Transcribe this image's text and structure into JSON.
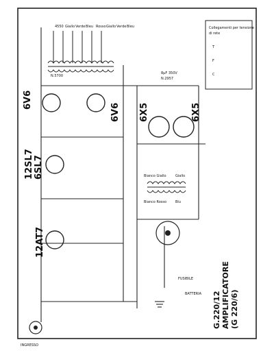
{
  "tubes": {
    "output_left": "6V6",
    "output_right": "6V6",
    "rectifier_left": "6X5",
    "rectifier_right": "6X5",
    "driver_1": "12SL7",
    "driver_2": "6SL7",
    "preamp": "12AT7"
  },
  "output_taps": [
    "4550",
    "Giallo",
    "Verde",
    "Bleu",
    "Rosso",
    "Giallo",
    "Verde",
    "Bleu"
  ],
  "power_supply": {
    "choke_label": "N.5700",
    "cap_label": "8µF 350V",
    "cap_code": "N.2957"
  },
  "legend": {
    "line1": "Collegamenti per tensione",
    "line2": "di rete",
    "codes": [
      "T",
      "F",
      "C"
    ]
  },
  "battery_label": "BATTERIA",
  "input_label": "INGRESSO",
  "fuse_label": "FUSIBILE",
  "transformer_labels": [
    "Bianco Giallo",
    "Bianco Rosso",
    "Giallo",
    "Blu"
  ],
  "title": {
    "model": "G.220/12",
    "name": "AMPLIFICATORE",
    "variant": "(G 220/6)"
  }
}
